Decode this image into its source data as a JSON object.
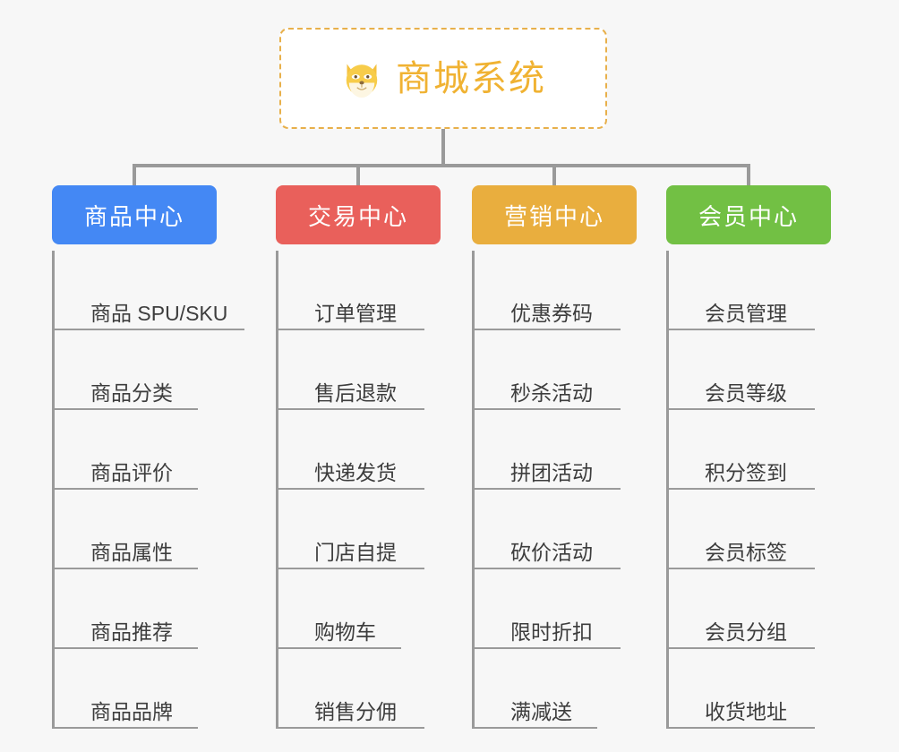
{
  "root": {
    "icon": "dog-face-emoji",
    "title": "商城系统",
    "color": "#f0b232"
  },
  "branches": [
    {
      "label": "商品中心",
      "color": "#4488f4",
      "items": [
        "商品 SPU/SKU",
        "商品分类",
        "商品评价",
        "商品属性",
        "商品推荐",
        "商品品牌"
      ]
    },
    {
      "label": "交易中心",
      "color": "#e9605b",
      "items": [
        "订单管理",
        "售后退款",
        "快递发货",
        "门店自提",
        "购物车",
        "销售分佣"
      ]
    },
    {
      "label": "营销中心",
      "color": "#e9ae3e",
      "items": [
        "优惠券码",
        "秒杀活动",
        "拼团活动",
        "砍价活动",
        "限时折扣",
        "满减送"
      ]
    },
    {
      "label": "会员中心",
      "color": "#72c044",
      "items": [
        "会员管理",
        "会员等级",
        "积分签到",
        "会员标签",
        "会员分组",
        "收货地址"
      ]
    }
  ],
  "theme": {
    "background": "#f7f7f7",
    "connector": "#9a9a9a",
    "leaf_text": "#3d3d3d",
    "root_border": "#e8b04b"
  }
}
